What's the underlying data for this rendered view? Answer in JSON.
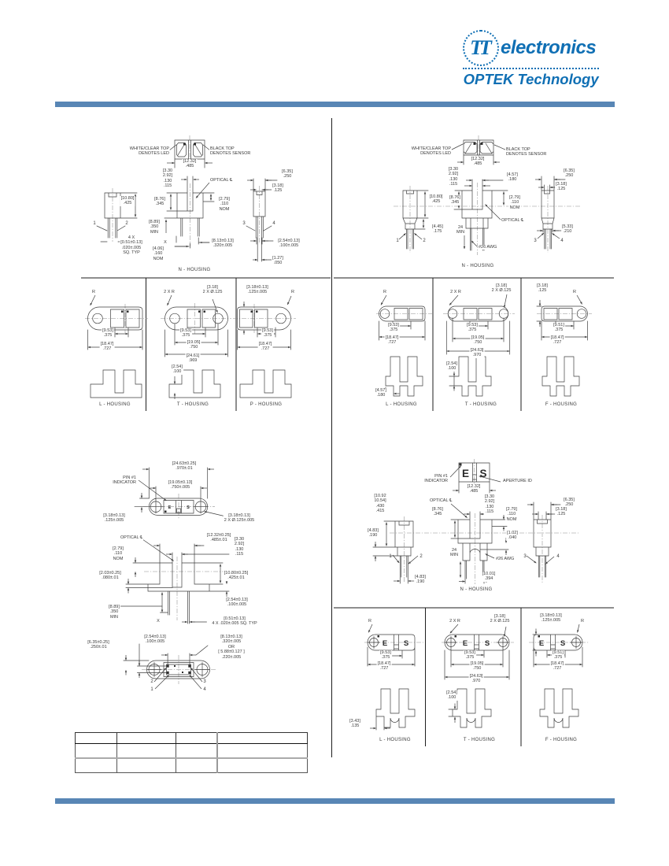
{
  "header": {
    "logo_tt": "TT",
    "logo_electronics": "electronics",
    "logo_optek": "OPTEK Technology"
  },
  "labels": {
    "led_note": "WHITE/CLEAR TOP\nDENOTES LED",
    "sensor_note": "BLACK TOP\nDENOTES SENSOR",
    "optical_cl": "OPTICAL ℄",
    "pin1_indicator": "PIN #1\nINDICATOR",
    "aperture_id": "APERTURE ID",
    "awg": "#26 AWG",
    "min24": "24\nMIN",
    "x": "X",
    "r": "R",
    "r2": "2 X R",
    "e": "E",
    "s": "S",
    "pin1": "1",
    "pin2": "2",
    "pin3": "3",
    "pin4": "4",
    "n_housing": "N - HOUSING",
    "l_housing": "L - HOUSING",
    "t_housing": "T - HOUSING",
    "p_housing": "P - HOUSING",
    "f_housing": "F - HOUSING"
  },
  "dims": {
    "d1232": "[12.32]\n.485",
    "d1080": "[10.80]\n.425",
    "stack330": "[3.30\n2.92]\n.130\n.115",
    "d876": "[8.76]\n.345",
    "d279": "[2.79]\n.110\nNOM",
    "d889": "[8.89]\n.350\nMIN",
    "d406": "[4.06]\n.160\nNOM",
    "d813": "[8.13±0.13]\n.320±.005",
    "sq4x": "4 X\n[0.51±0.13]\n.020±.005\nSQ. TYP",
    "d635": "[6.35]\n.250",
    "d318": "[3.18]\n.125",
    "d254tol": "[2.54±0.13]\n.100±.005",
    "d127": "[1.27]\n.050",
    "d953": "[9.53]\n.375",
    "d951": "[9.51]\n.375",
    "d1847": "[18.47]\n.727",
    "d1905": "[19.05]\n.750",
    "d2461": "[24.61]\n.969",
    "d2463": "[24.63]\n.970",
    "d254": "[2.54]\n.100",
    "d318tol": "[3.18±0.13]\n.125±.005",
    "dia2x": "[3.18]\n2 X Ø.125",
    "d457": "[4.57]\n.180",
    "d445": "[4.45]\n.175",
    "d533": "[5.33]\n.210",
    "d970tol": "[24.63±0.25]\n.970±.01",
    "d750tol": "[19.05±0.13]\n.750±.005",
    "dia125tol": "[3.18±0.13]\n2 X Ø.125±.005",
    "d485tol": "[12.32±0.25]\n.485±.01",
    "d203tol": "[2.03±0.25]\n.080±.01",
    "d1080tol": "[10.80±0.25]\n.425±.01",
    "sqtyp": "[0.51±0.13]\n4 X  .020±.005  SQ. TYP",
    "d635tol": "[6.35±0.25]\n.250±.01",
    "d813or": "[8.13±0.13]\n.320±.005\nOR\n[ 5.88±0.127 ]\n.220±.005",
    "d1092": "[10.92\n10.54]\n.430\n.415",
    "d483": "[4.83]\n.190",
    "d102": "[1.02]\n.040",
    "d1001": "[10.01]\n.394",
    "d343": "[3.43]\n.135"
  },
  "table": {
    "header": [
      "",
      "",
      "",
      ""
    ],
    "rows": [
      [
        "",
        "",
        "",
        ""
      ],
      [
        "",
        "",
        "",
        ""
      ]
    ]
  }
}
